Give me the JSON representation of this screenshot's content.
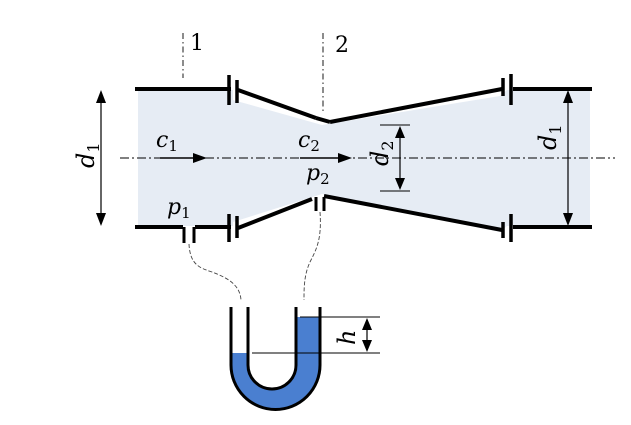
{
  "labels": {
    "section_1": "1",
    "section_2": "2",
    "d1_left": {
      "base": "d",
      "sub": "1"
    },
    "d1_right": {
      "base": "d",
      "sub": "1"
    },
    "d2": {
      "base": "d",
      "sub": "2"
    },
    "c1": {
      "base": "c",
      "sub": "1"
    },
    "c2": {
      "base": "c",
      "sub": "2"
    },
    "p1": {
      "base": "p",
      "sub": "1"
    },
    "p2": {
      "base": "p",
      "sub": "2"
    },
    "h": "h"
  },
  "colors": {
    "fluid": "#e6ecf4",
    "manometer_liquid": "#4a7fd0",
    "line": "#000000"
  }
}
